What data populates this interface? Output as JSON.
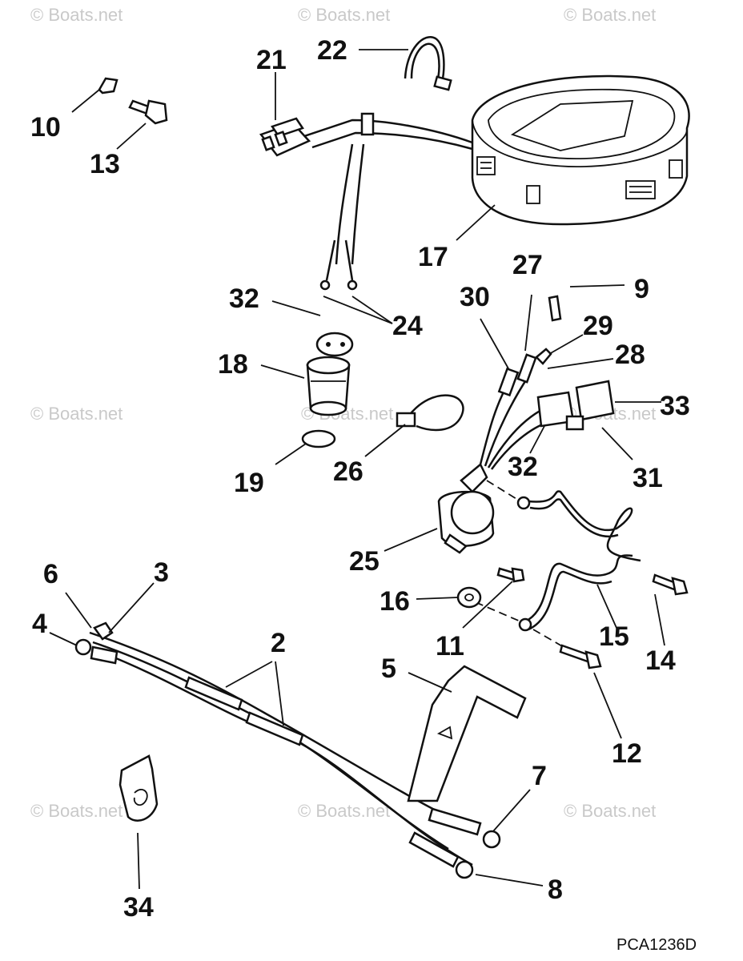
{
  "watermark": "© Boats.net",
  "drawing_code": "PCA1236D",
  "callouts": {
    "n2": "2",
    "n3": "3",
    "n4": "4",
    "n5": "5",
    "n6": "6",
    "n7": "7",
    "n8": "8",
    "n9": "9",
    "n10": "10",
    "n11": "11",
    "n12": "12",
    "n13": "13",
    "n14": "14",
    "n15": "15",
    "n16": "16",
    "n17": "17",
    "n18": "18",
    "n19": "19",
    "n21": "21",
    "n22": "22",
    "n24": "24",
    "n25": "25",
    "n26": "26",
    "n27": "27",
    "n28": "28",
    "n29": "29",
    "n30": "30",
    "n31": "31",
    "n32a": "32",
    "n32b": "32",
    "n33": "33",
    "n34": "34"
  },
  "colors": {
    "ink": "#111111",
    "watermark": "#c9c9c9",
    "background": "#ffffff"
  }
}
